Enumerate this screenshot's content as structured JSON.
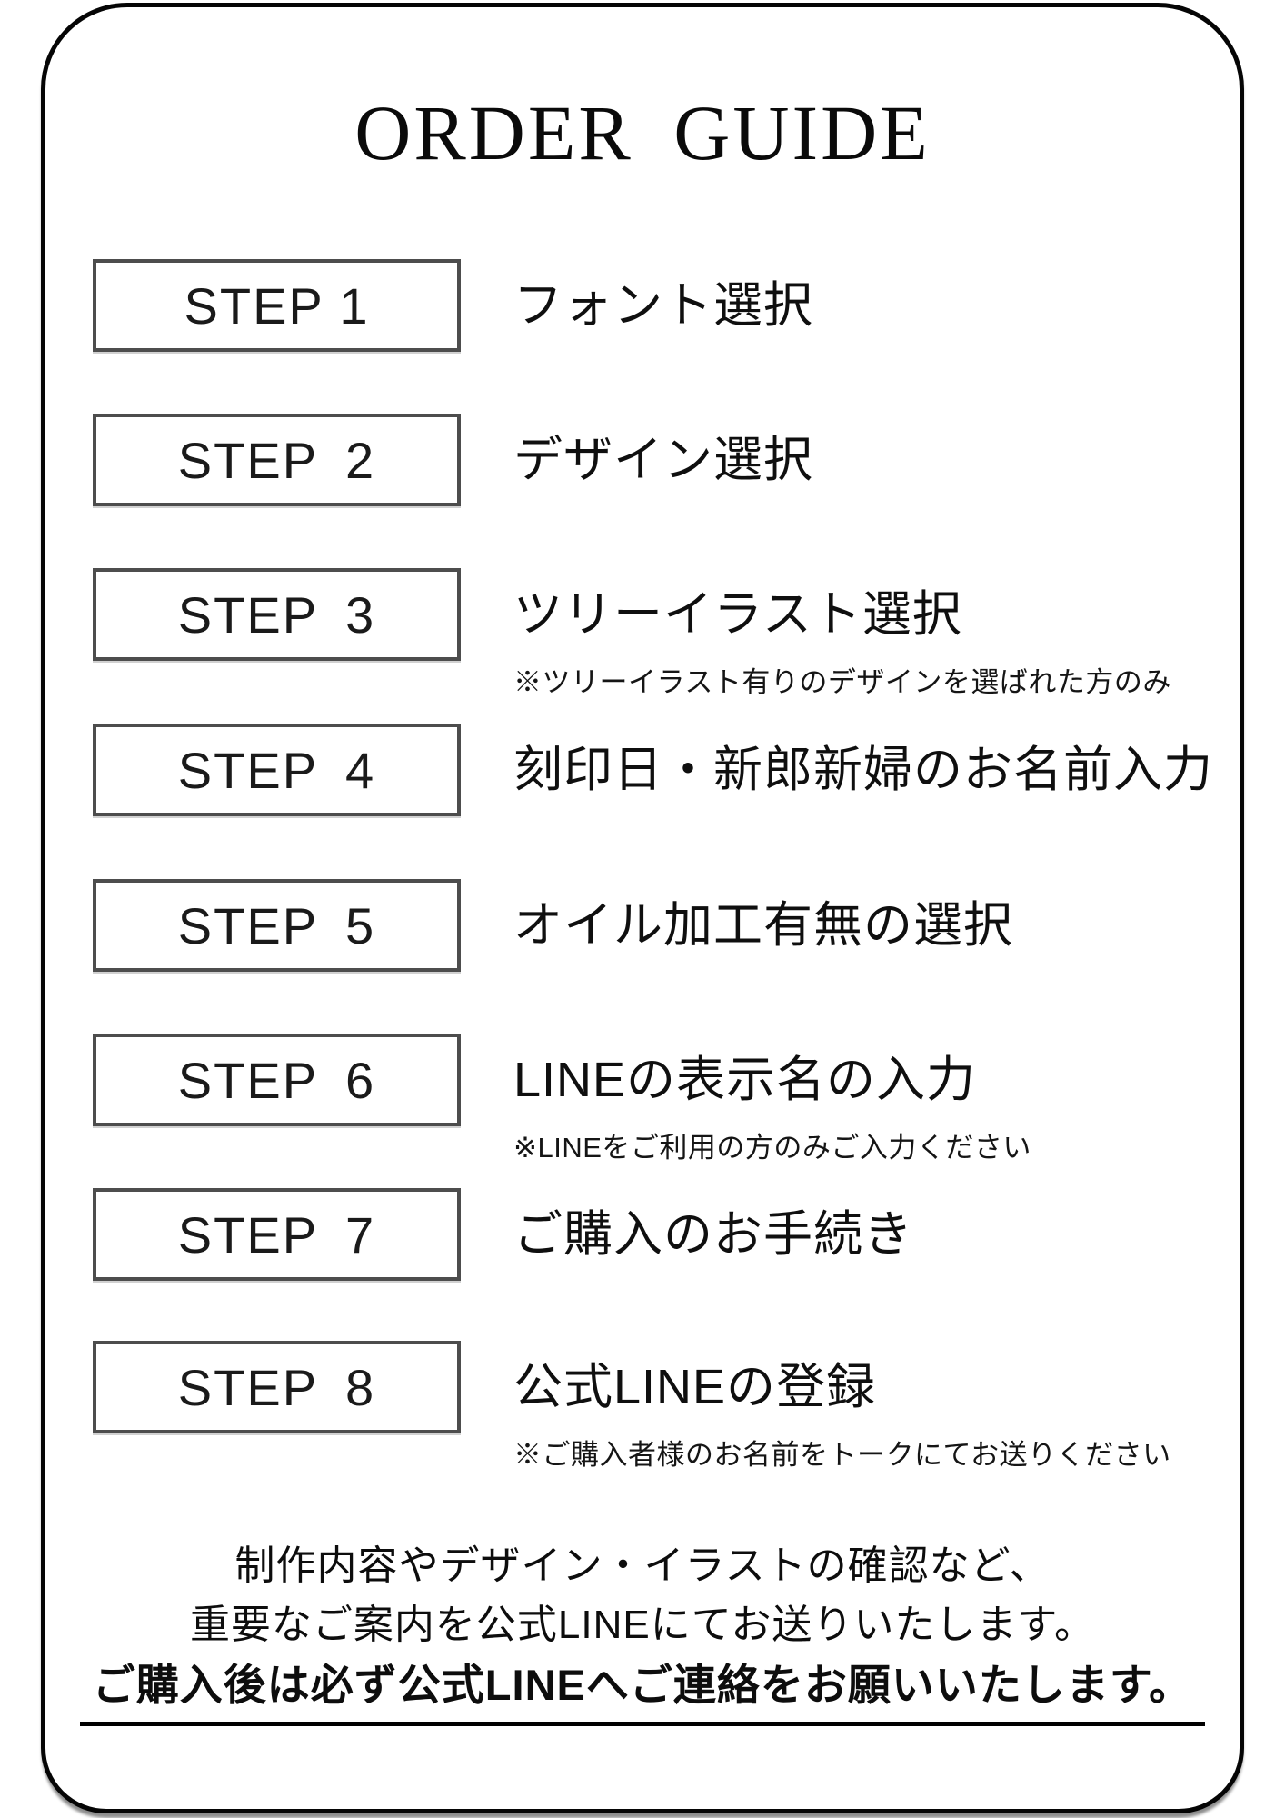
{
  "title": "ORDER GUIDE",
  "steps": [
    {
      "label": "STEP 1",
      "description": "フォント選択",
      "note": ""
    },
    {
      "label": "STEP 2",
      "description": "デザイン選択",
      "note": ""
    },
    {
      "label": "STEP 3",
      "description": "ツリーイラスト選択",
      "note": "※ツリーイラスト有りのデザインを選ばれた方のみ"
    },
    {
      "label": "STEP 4",
      "description": "刻印日・新郎新婦のお名前入力",
      "note": ""
    },
    {
      "label": "STEP 5",
      "description": "オイル加工有無の選択",
      "note": ""
    },
    {
      "label": "STEP 6",
      "description": "LINEの表示名の入力",
      "note": "※LINEをご利用の方のみご入力ください"
    },
    {
      "label": "STEP 7",
      "description": "ご購入のお手続き",
      "note": ""
    },
    {
      "label": "STEP 8",
      "description": "公式LINEの登録",
      "note": "※ご購入者様のお名前をトークにてお送りください"
    }
  ],
  "footer": {
    "line1": "制作内容やデザイン・イラストの確認など、",
    "line2": "重要なご案内を公式LINEにてお送りいたします。",
    "line3": "ご購入後は必ず公式LINEへご連絡をお願いいたします。"
  },
  "colors": {
    "frame_border": "#050505",
    "step_box_border": "#4d4d4d",
    "text": "#0f0f0f"
  }
}
